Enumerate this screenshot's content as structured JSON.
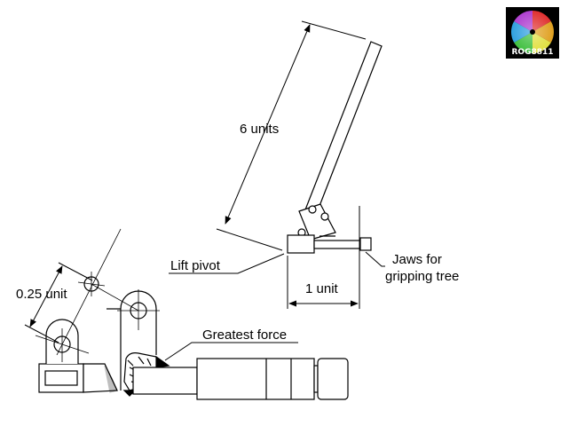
{
  "labels": {
    "length_long": "6 units",
    "length_short": "0.25 unit",
    "length_unit": "1 unit",
    "lift_pivot": "Lift pivot",
    "jaws_line1": "Jaws for",
    "jaws_line2": "gripping tree",
    "greatest_force": "Greatest force"
  },
  "logo": {
    "text": "ROG8811",
    "icon": "color-wheel-logo"
  },
  "colors": {
    "ink": "#000000",
    "background": "#ffffff"
  }
}
